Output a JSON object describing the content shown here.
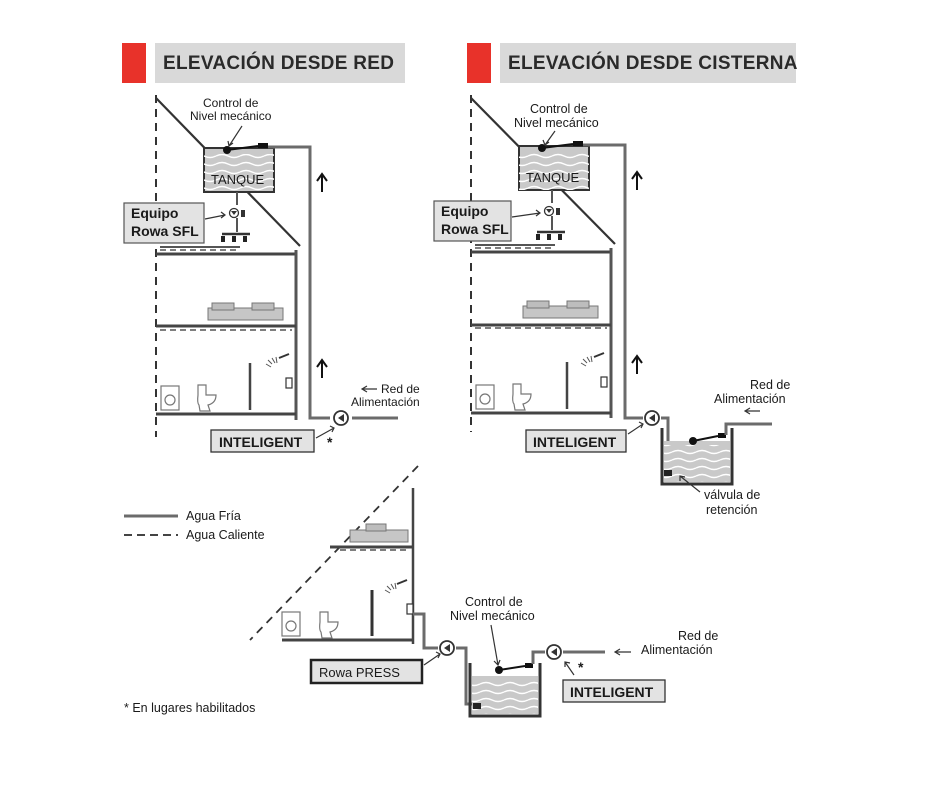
{
  "headers": {
    "left": "ELEVACIÓN DESDE RED",
    "right": "ELEVACIÓN DESDE CISTERNA"
  },
  "labels": {
    "control_nivel_1": "Control de",
    "control_nivel_2": "Nivel mecánico",
    "tanque": "TANQUE",
    "equipo_1": "Equipo",
    "equipo_2": "Rowa SFL",
    "inteligent": "INTELIGENT",
    "red_1": "Red de",
    "red_2": "Alimentación",
    "valvula_1": "válvula de",
    "valvula_2": "retención",
    "rowa_press": "Rowa PRESS",
    "asterisk": "*",
    "footnote": "* En lugares habilitados"
  },
  "legend": {
    "cold": "Agua Fría",
    "hot": "Agua Caliente"
  },
  "colors": {
    "accent_red": "#e8322a",
    "header_gray": "#d9d9d9",
    "pipe_gray": "#6b6b6b",
    "tank_fill": "#c9c9c9"
  }
}
